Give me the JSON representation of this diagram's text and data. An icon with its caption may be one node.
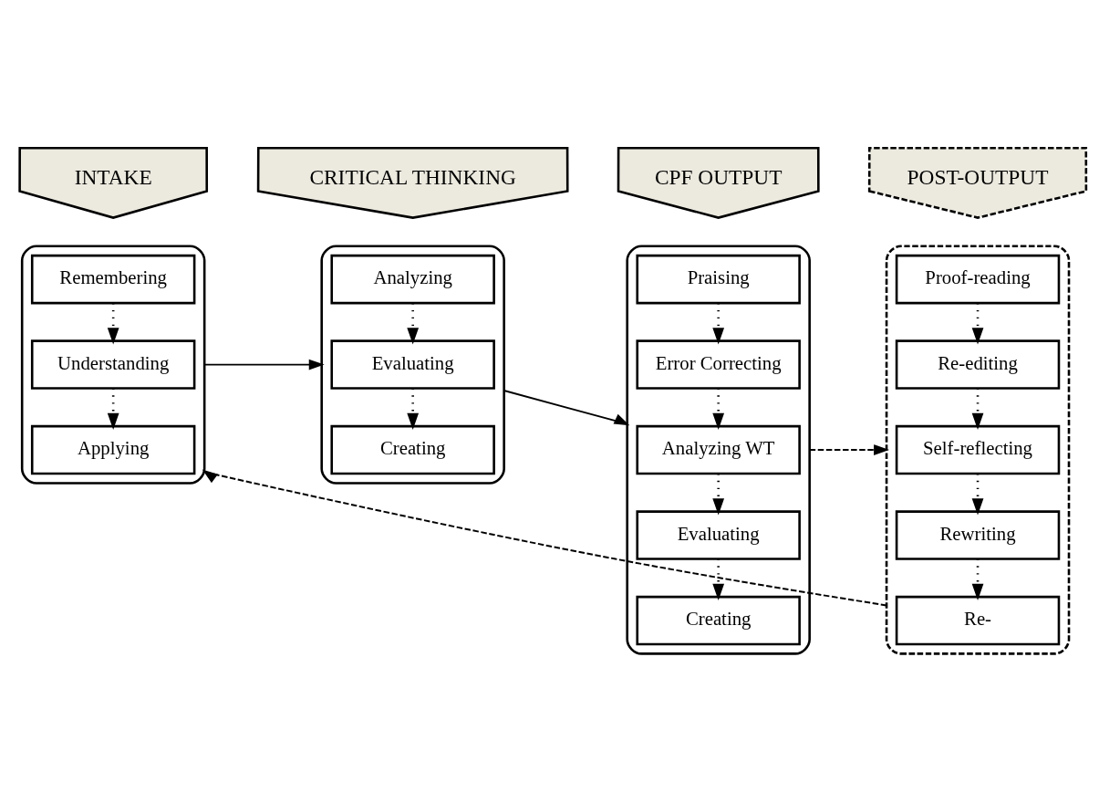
{
  "diagram": {
    "nodes": [
      {
        "text": [
          "INTAKE"
        ]
      },
      {
        "text": [
          "CRITICAL THINKING"
        ]
      },
      {
        "text": [
          "CPF OUTPUT"
        ]
      },
      {
        "text": [
          "POST-OUTPUT"
        ]
      },
      {
        "text": [],
        "shape": "box"
      },
      {
        "text": [
          "Remembering"
        ],
        "in": 4
      },
      {
        "text": [
          "Understanding"
        ],
        "in": 4
      },
      {
        "text": [
          "Applying"
        ],
        "in": 4
      },
      {
        "text": [],
        "shape": "box"
      },
      {
        "text": [
          "Analyzing"
        ],
        "in": 8
      },
      {
        "text": [
          "Evaluating"
        ],
        "in": 8
      },
      {
        "text": [
          "Creating"
        ],
        "in": 8
      },
      {
        "text": [],
        "shape": "box"
      },
      {
        "text": [
          "Praising"
        ],
        "in": 12
      },
      {
        "text": [
          "Error Correcting"
        ],
        "in": 12
      },
      {
        "text": [
          "Analyzing WT"
        ],
        "in": 12
      },
      {
        "text": [
          "Evaluating"
        ],
        "in": 12
      },
      {
        "text": [
          "Creating"
        ],
        "in": 12
      },
      {
        "text": [],
        "shape": "box"
      },
      {
        "text": [
          "Proof-reading"
        ],
        "in": 18
      },
      {
        "text": [
          "Re-editing"
        ],
        "in": 18
      },
      {
        "text": [
          "Self-reflecting"
        ],
        "in": 18
      },
      {
        "text": [
          "Rewriting"
        ],
        "in": 18
      },
      {
        "text": [
          "Re-"
        ],
        "in": 18
      }
    ],
    "edges": [
      {
        "from": 5,
        "to": 6,
        "arrow": "to",
        "style": "dashed"
      },
      {
        "from": 6,
        "to": 7,
        "arrow": "to",
        "style": "dashed"
      },
      {
        "from": 4,
        "to": 8,
        "arrow": "to"
      },
      {
        "from": 9,
        "to": 10,
        "arrow": "to",
        "style": "dashed"
      },
      {
        "from": 10,
        "to": 11,
        "arrow": "to",
        "style": "dashed"
      },
      {
        "from": 8,
        "to": 12,
        "arrow": "to"
      },
      {
        "from": 13,
        "to": 14,
        "arrow": "to",
        "style": "dashed"
      },
      {
        "from": 14,
        "to": 15,
        "arrow": "to",
        "style": "dashed"
      },
      {
        "from": 15,
        "to": 16,
        "arrow": "to",
        "style": "dashed"
      },
      {
        "from": 16,
        "to": 17,
        "arrow": "to",
        "style": "dashed"
      },
      {
        "from": 12,
        "to": 18,
        "arrow": "to",
        "style": "dashed"
      },
      {
        "from": 19,
        "to": 20,
        "arrow": "to",
        "style": "dashed"
      },
      {
        "from": 20,
        "to": 21,
        "arrow": "to",
        "style": "dashed"
      },
      {
        "from": 21,
        "to": 22,
        "arrow": "to",
        "style": "dashed"
      },
      {
        "from": 22,
        "to": 23,
        "arrow": "to",
        "style": "dashed"
      },
      {
        "from": 18,
        "to": 4,
        "arrow": "to",
        "style": "dashed"
      }
    ]
  }
}
